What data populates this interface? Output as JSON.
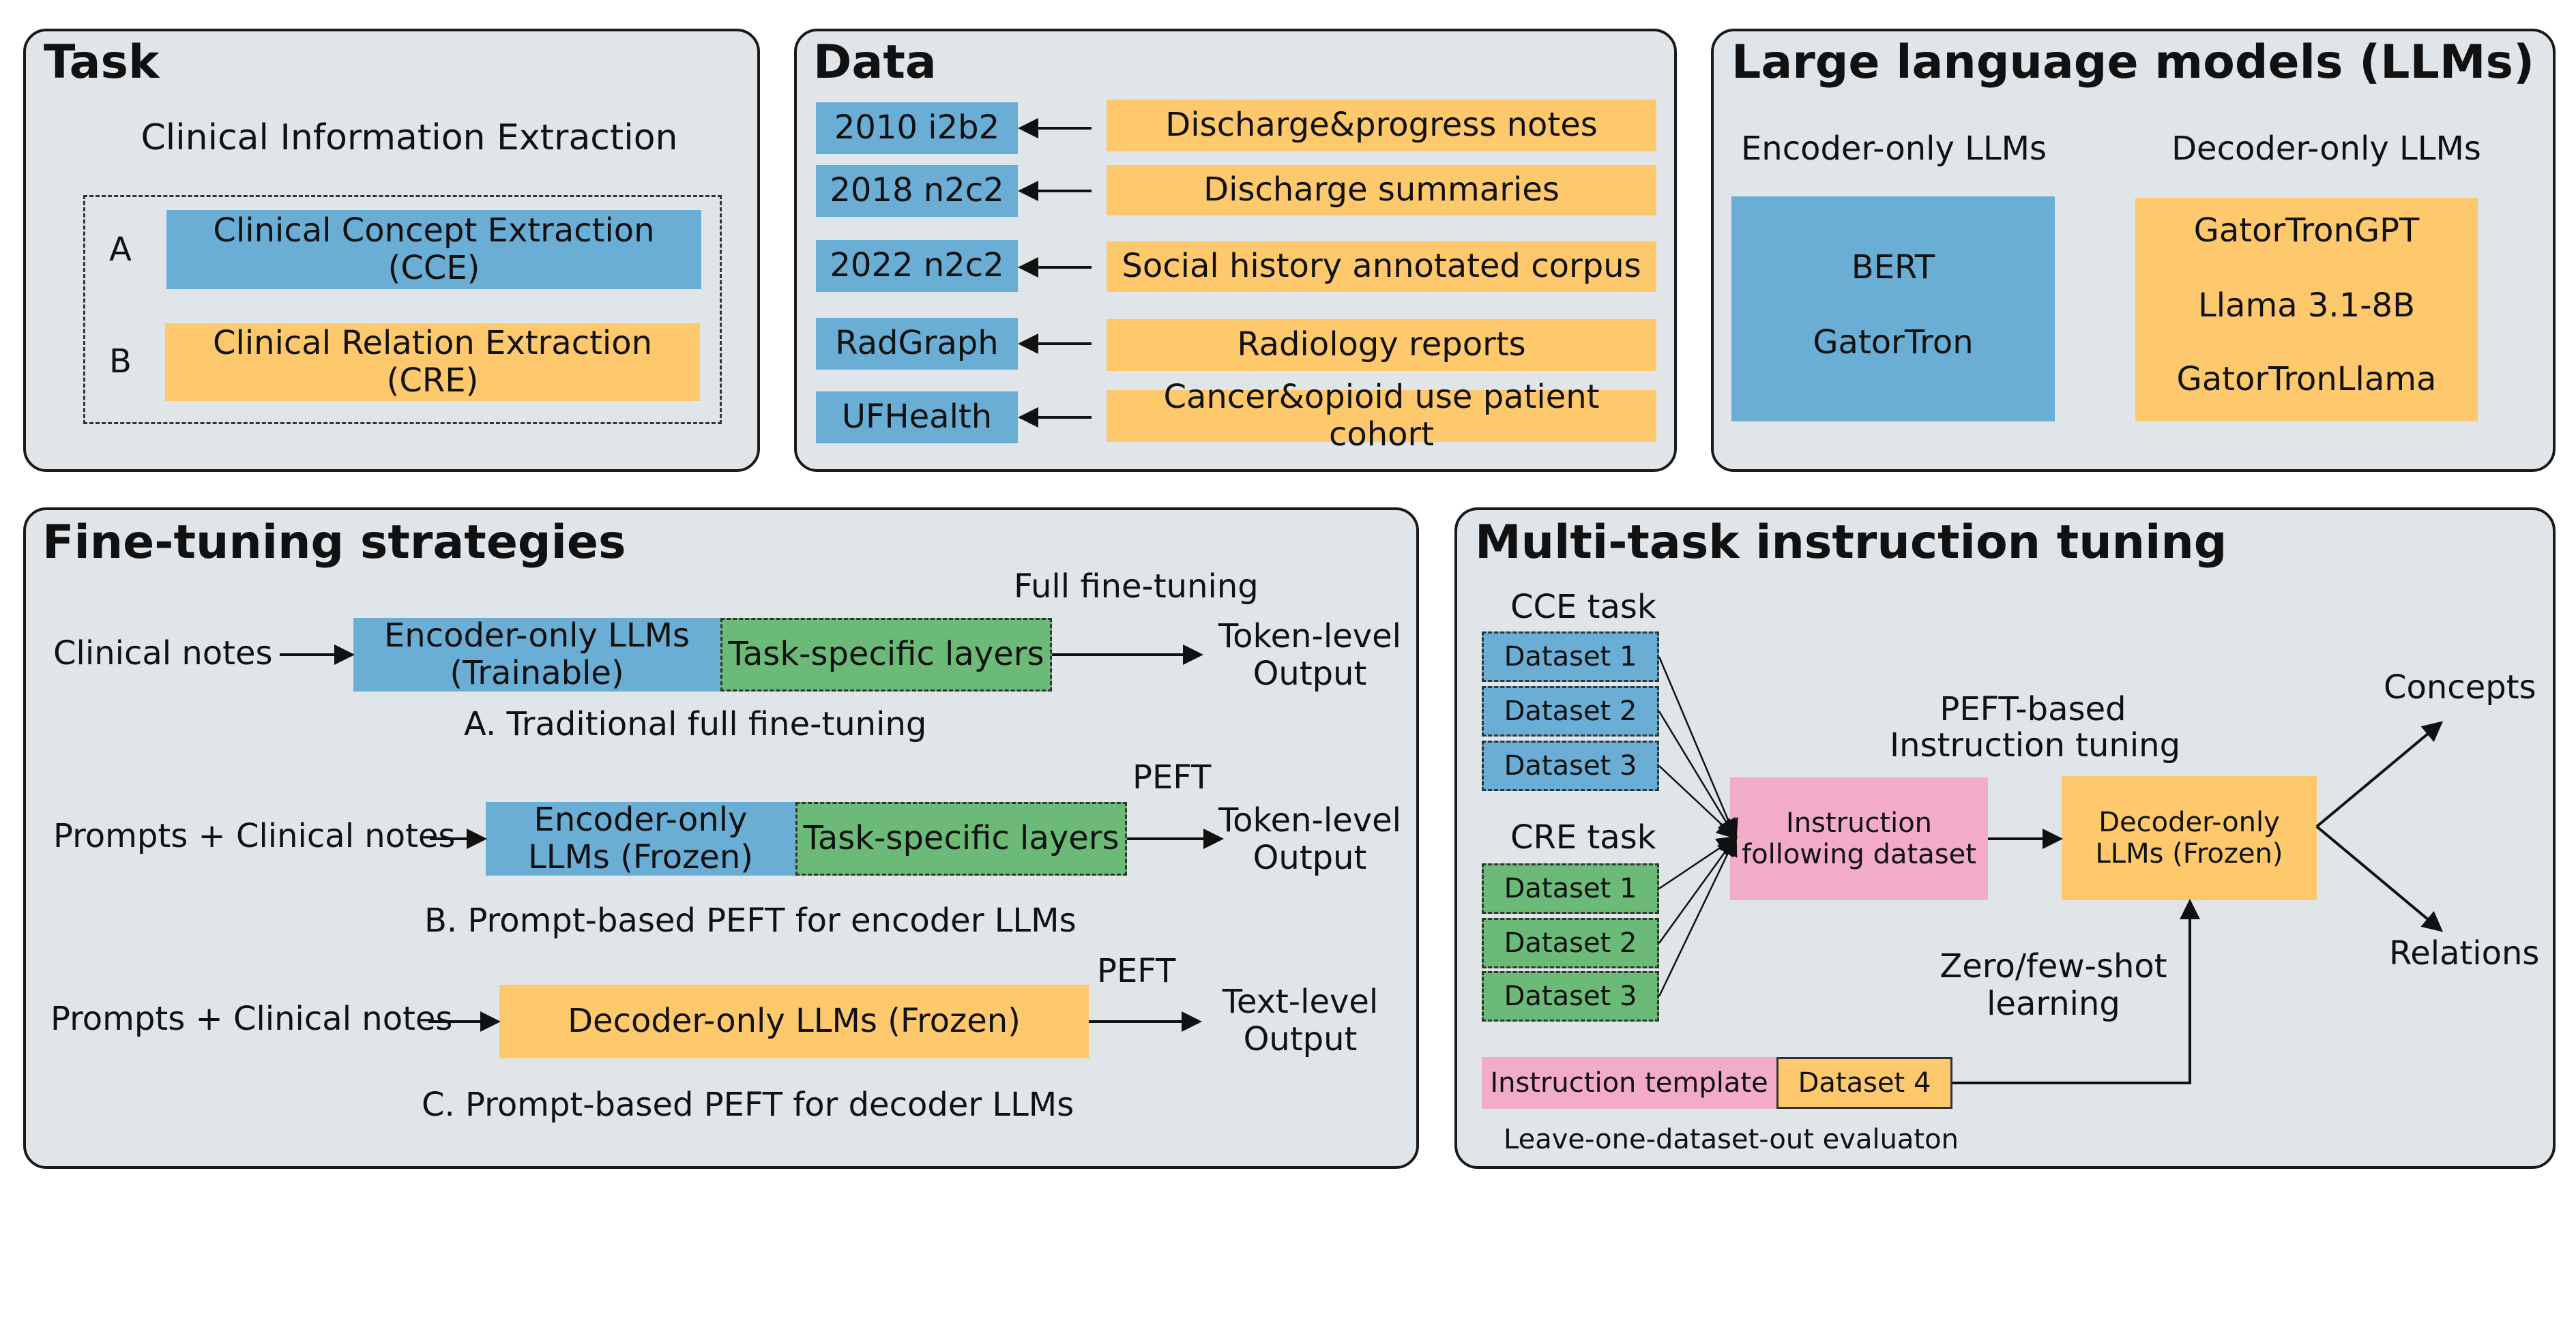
{
  "task": {
    "title": "Task",
    "subtitle": "Clinical Information Extraction",
    "items": [
      {
        "letter": "A",
        "label": "Clinical Concept Extraction (CCE)"
      },
      {
        "letter": "B",
        "label": "Clinical Relation Extraction (CRE)"
      }
    ]
  },
  "data": {
    "title": "Data",
    "rows": [
      {
        "dataset": "2010 i2b2",
        "source": "Discharge&progress notes"
      },
      {
        "dataset": "2018 n2c2",
        "source": "Discharge summaries"
      },
      {
        "dataset": "2022 n2c2",
        "source": "Social history annotated corpus"
      },
      {
        "dataset": "RadGraph",
        "source": "Radiology reports"
      },
      {
        "dataset": "UFHealth",
        "source": "Cancer&opioid use patient cohort"
      }
    ]
  },
  "llms": {
    "title": "Large language models (LLMs)",
    "encoder_heading": "Encoder-only LLMs",
    "decoder_heading": "Decoder-only LLMs",
    "encoder_models": [
      "BERT",
      "GatorTron"
    ],
    "decoder_models": [
      "GatorTronGPT",
      "Llama 3.1-8B",
      "GatorTronLlama"
    ]
  },
  "finetune": {
    "title": "Fine-tuning strategies",
    "a": {
      "annotation": "Full fine-tuning",
      "input": "Clinical notes",
      "model_line1": "Encoder-only LLMs",
      "model_line2": "(Trainable)",
      "layers": "Task-specific layers",
      "output_line1": "Token-level",
      "output_line2": "Output",
      "caption": "A. Traditional full fine-tuning"
    },
    "b": {
      "annotation": "PEFT",
      "input": "Prompts + Clinical notes",
      "model_line1": "Encoder-only",
      "model_line2": "LLMs (Frozen)",
      "layers": "Task-specific layers",
      "output_line1": "Token-level",
      "output_line2": "Output",
      "caption": "B. Prompt-based PEFT for encoder LLMs"
    },
    "c": {
      "annotation": "PEFT",
      "input": "Prompts + Clinical notes",
      "model": "Decoder-only LLMs (Frozen)",
      "output_line1": "Text-level",
      "output_line2": "Output",
      "caption": "C. Prompt-based PEFT for decoder LLMs"
    }
  },
  "multitask": {
    "title": "Multi-task instruction tuning",
    "cce_task": "CCE task",
    "cre_task": "CRE task",
    "cce_datasets": [
      "Dataset 1",
      "Dataset 2",
      "Dataset 3"
    ],
    "cre_datasets": [
      "Dataset 1",
      "Dataset 2",
      "Dataset 3"
    ],
    "peft_line1": "PEFT-based",
    "peft_line2": "Instruction tuning",
    "instr_line1": "Instruction",
    "instr_line2": "following dataset",
    "decoder_line1": "Decoder-only",
    "decoder_line2": "LLMs (Frozen)",
    "concepts": "Concepts",
    "relations": "Relations",
    "zero_line1": "Zero/few-shot",
    "zero_line2": "learning",
    "instruction_template": "Instruction template",
    "dataset4": "Dataset 4",
    "leave_one_out": "Leave-one-dataset-out evaluaton"
  },
  "colors": {
    "panel": "#dfe5e9",
    "blue": "#6aaed6",
    "orange": "#fdc96c",
    "green": "#6cba78",
    "pink": "#f2abc9"
  }
}
